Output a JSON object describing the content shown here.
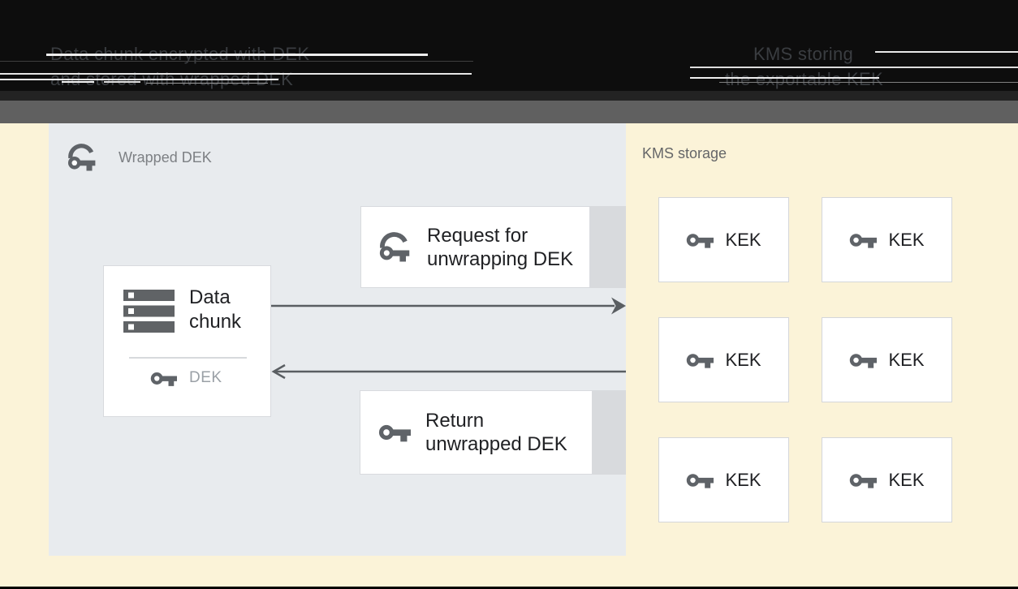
{
  "header": {
    "left_caption_line1": "Data chunk encrypted with DEK",
    "left_caption_line2": "and stored with wrapped DEK",
    "right_caption_line1": "KMS storing",
    "right_caption_line2": "the exportable KEK"
  },
  "diagram": {
    "wrapped_dek_label": "Wrapped DEK",
    "data_chunk": {
      "line1": "Data",
      "line2": "chunk",
      "key_label": "DEK"
    },
    "request_box": {
      "line1": "Request for",
      "line2": "unwrapping DEK"
    },
    "return_box": {
      "line1": "Return",
      "line2": "unwrapped DEK"
    },
    "kms": {
      "label": "KMS storage",
      "kek_label": "KEK",
      "kek_count": 6
    }
  },
  "icons": {
    "wrapped_dek_label": "wrapped-key-icon",
    "data_chunk": "data-stack-icon",
    "dek": "key-icon",
    "request": "wrapped-key-icon",
    "return": "key-icon",
    "kek": "key-icon"
  },
  "colors": {
    "page_background": "#fbf3d8",
    "header_black": "#0d0d0d",
    "header_dark_strip": "#232323",
    "header_gray_band": "#606060",
    "header_text": "#3a3d41",
    "container_gray": "#e8ebee",
    "box_white": "#ffffff",
    "box_border": "#d8dade",
    "side_strip": "#d8dadd",
    "arrow": "#5a5e62",
    "icon_gray": "#5f6368",
    "text_dark": "#202124",
    "text_muted": "#9aa0a6",
    "wrapped_label_text": "#7d8084",
    "kms_label_text": "#656668"
  }
}
